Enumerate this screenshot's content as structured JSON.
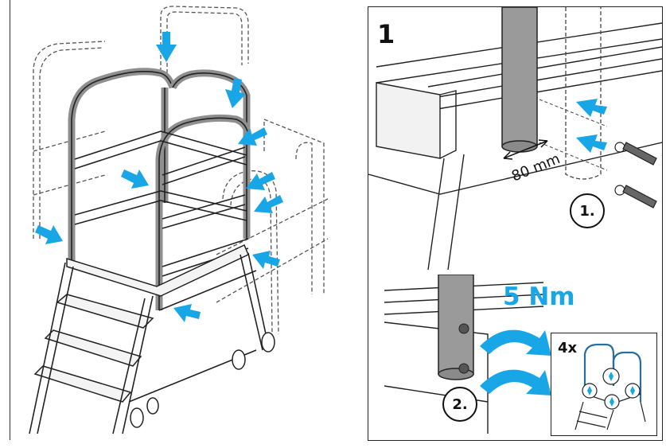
{
  "step1": {
    "number": "1",
    "dimension": "80 mm",
    "substep": "1."
  },
  "step2": {
    "torque": "5 Nm",
    "substep": "2."
  },
  "inset": {
    "count": "4x"
  },
  "colors": {
    "arrow": "#19a6e6",
    "line": "#222222",
    "tube": "#9a9a9a",
    "rail": "#c9c9c9"
  }
}
